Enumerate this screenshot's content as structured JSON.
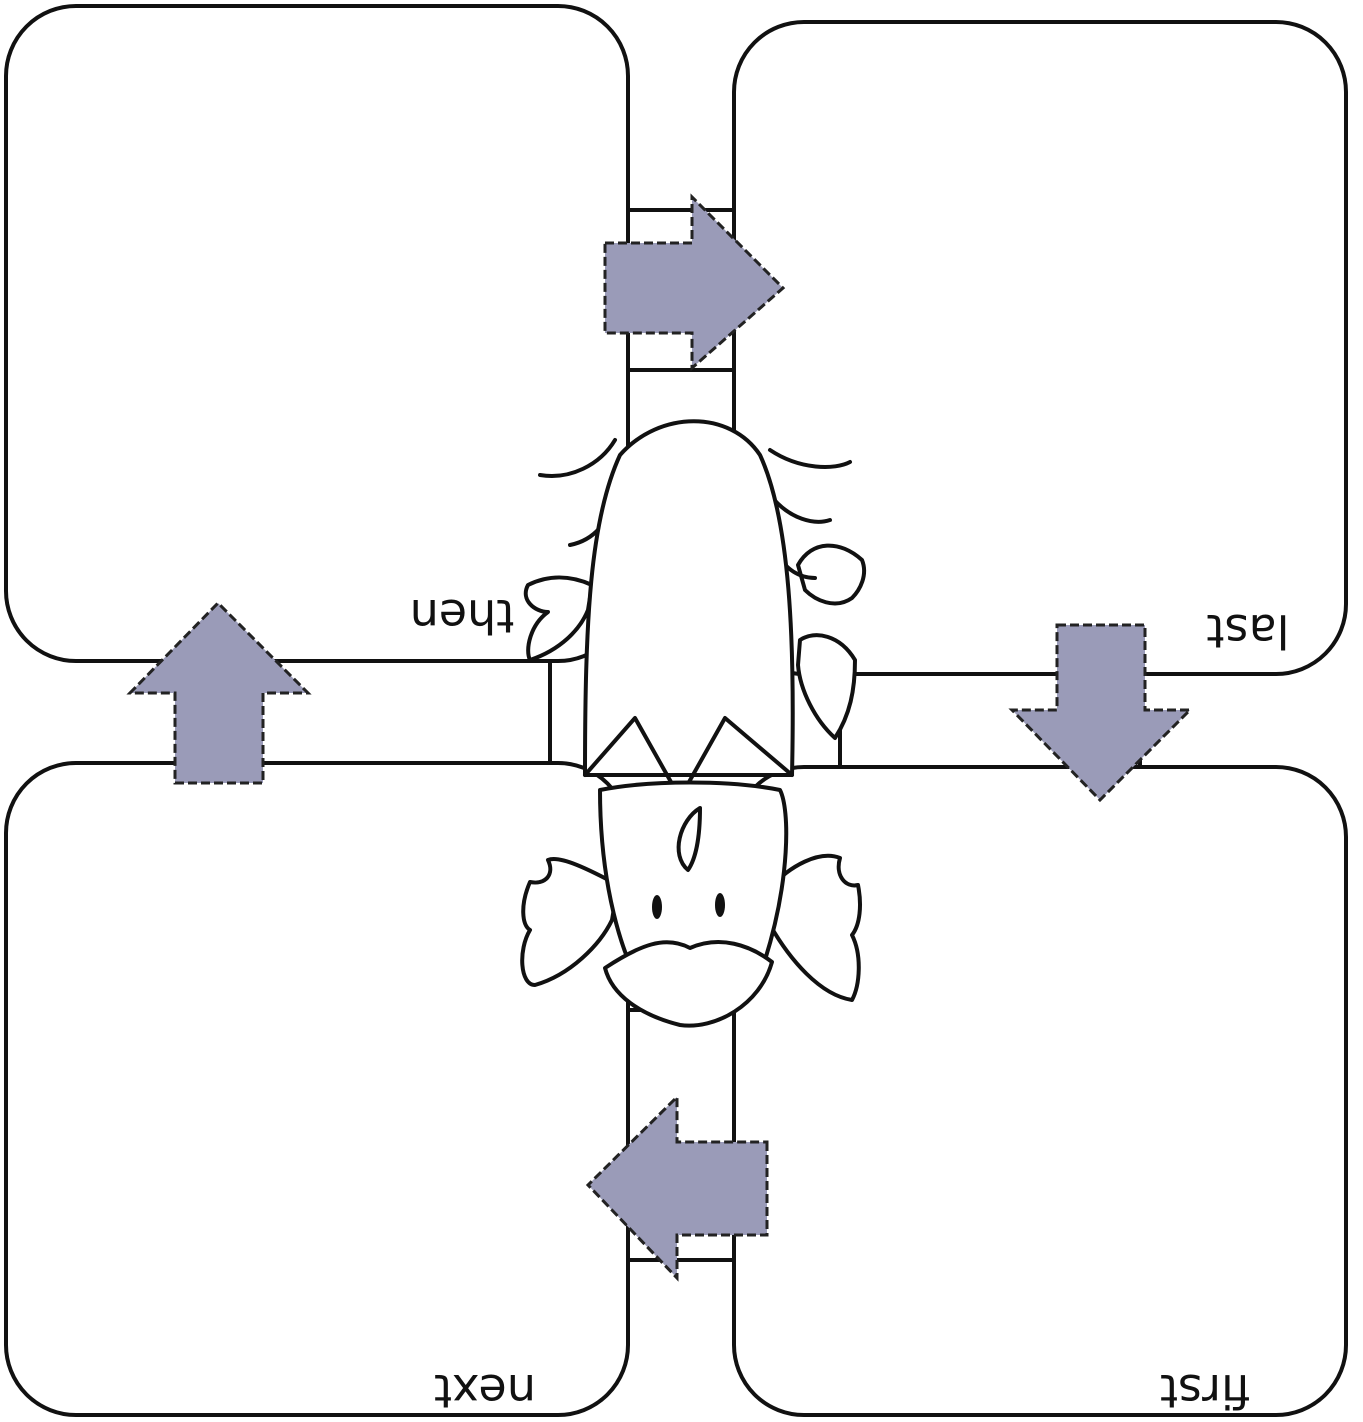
{
  "panels": [
    {
      "id": "top-left",
      "label": "then"
    },
    {
      "id": "top-right",
      "label": "last"
    },
    {
      "id": "bottom-left",
      "label": "next"
    },
    {
      "id": "bottom-right",
      "label": "first"
    }
  ],
  "colors": {
    "arrow_fill": "#9a9bb8",
    "outline": "#111111",
    "background": "#ffffff"
  },
  "icons": [
    "arrow-right-icon",
    "arrow-down-icon",
    "arrow-left-icon",
    "arrow-up-icon",
    "cartoon-character-icon"
  ]
}
